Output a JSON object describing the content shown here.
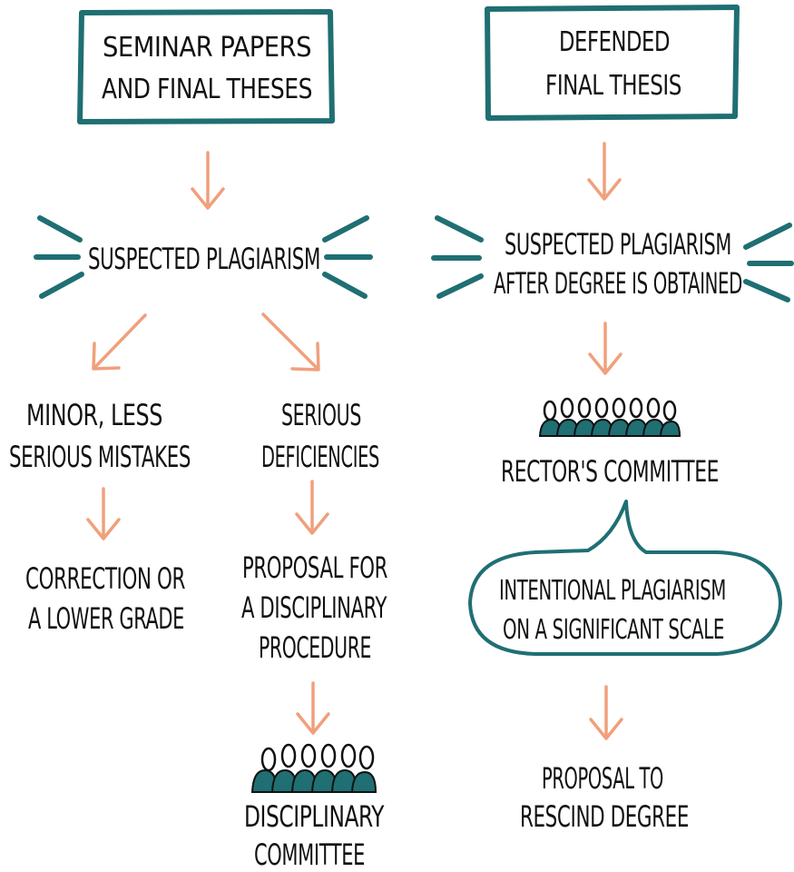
{
  "colors": {
    "teal": "#1f6f73",
    "arrow": "#f0a07c",
    "ink": "#111111"
  },
  "left": {
    "box": [
      "SEMINAR PAPERS",
      "AND FINAL THESES"
    ],
    "suspected": "SUSPECTED PLAGIARISM",
    "minor": [
      "MINOR, LESS",
      "SERIOUS MISTAKES"
    ],
    "serious": [
      "SERIOUS",
      "DEFICIENCIES"
    ],
    "correction": [
      "CORRECTION OR",
      "A LOWER GRADE"
    ],
    "proposal": [
      "PROPOSAL FOR",
      "A DISCIPLINARY",
      "PROCEDURE"
    ],
    "committee": [
      "DISCIPLINARY",
      "COMMITTEE"
    ]
  },
  "right": {
    "box": [
      "DEFENDED",
      "FINAL THESIS"
    ],
    "suspected": [
      "SUSPECTED PLAGIARISM",
      "AFTER DEGREE IS OBTAINED"
    ],
    "committee": "RECTOR'S COMMITTEE",
    "bubble": [
      "INTENTIONAL PLAGIARISM",
      "ON A SIGNIFICANT SCALE"
    ],
    "proposal": [
      "PROPOSAL TO",
      "RESCIND DEGREE"
    ]
  },
  "icons": {
    "people_group": "people-group-icon",
    "arrow": "down-arrow-icon",
    "emphasis": "emphasis-rays-icon"
  }
}
